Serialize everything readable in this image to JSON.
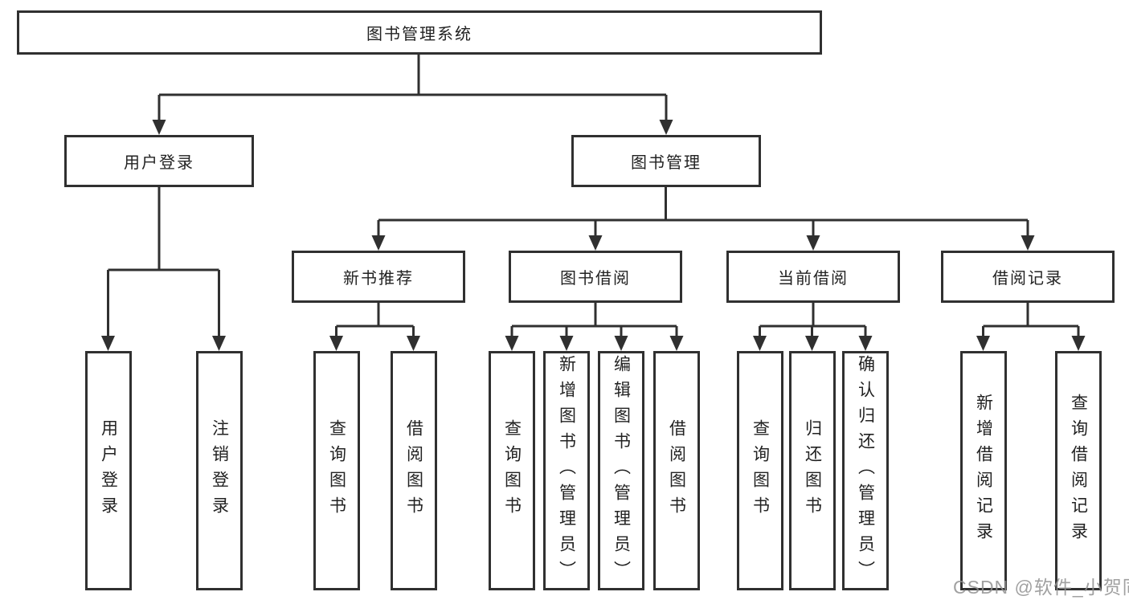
{
  "diagram": {
    "root": {
      "label": "图书管理系统"
    },
    "branches": [
      {
        "label": "用户登录",
        "children": [
          {
            "label": "用户登录"
          },
          {
            "label": "注销登录"
          }
        ]
      },
      {
        "label": "图书管理",
        "children": [
          {
            "label": "新书推荐",
            "children": [
              {
                "label": "查询图书"
              },
              {
                "label": "借阅图书"
              }
            ]
          },
          {
            "label": "图书借阅",
            "children": [
              {
                "label": "查询图书"
              },
              {
                "label": "新增图书（管理员）"
              },
              {
                "label": "编辑图书（管理员）"
              },
              {
                "label": "借阅图书"
              }
            ]
          },
          {
            "label": "当前借阅",
            "children": [
              {
                "label": "查询图书"
              },
              {
                "label": "归还图书"
              },
              {
                "label": "确认归还（管理员）"
              }
            ]
          },
          {
            "label": "借阅记录",
            "children": [
              {
                "label": "新增借阅记录"
              },
              {
                "label": "查询借阅记录"
              }
            ]
          }
        ]
      }
    ],
    "watermark": "CSDN @软件_小贺同学",
    "colors": {
      "line": "#303030",
      "text": "#222222",
      "watermark": "#919191",
      "background": "#ffffff"
    }
  }
}
